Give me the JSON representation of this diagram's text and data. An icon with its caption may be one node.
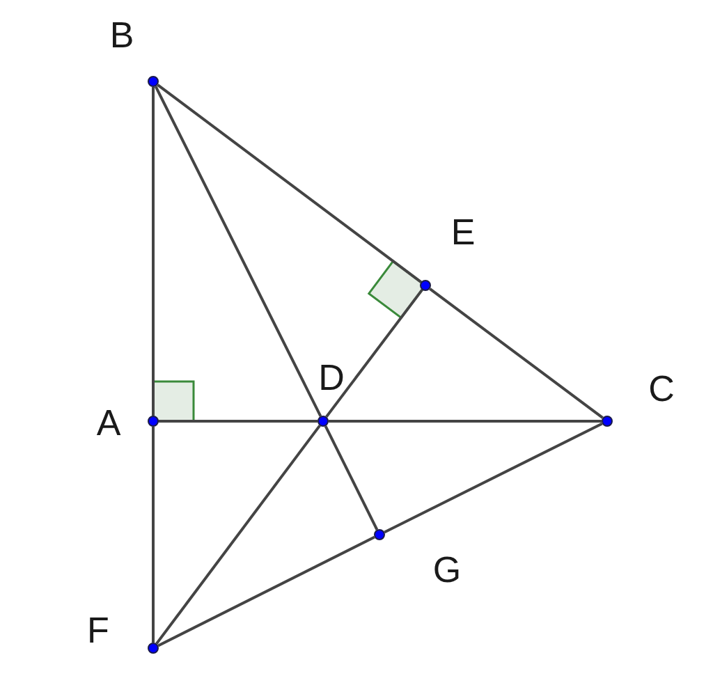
{
  "diagram": {
    "nodes": [
      {
        "text": [],
        "shape": "circle",
        "beside": [
          "B"
        ]
      },
      {
        "text": [],
        "shape": "circle",
        "beside": [
          "E"
        ]
      },
      {
        "text": [],
        "shape": "circle",
        "beside": [
          "C"
        ]
      },
      {
        "text": [],
        "shape": "circle",
        "beside": [
          "D"
        ]
      },
      {
        "text": [],
        "shape": "circle",
        "beside": [
          "A"
        ]
      },
      {
        "text": [],
        "shape": "circle",
        "beside": [
          "G"
        ]
      },
      {
        "text": [],
        "shape": "circle",
        "beside": [
          "F"
        ]
      }
    ],
    "edges": [
      {
        "from": 0,
        "to": 4,
        "arrow": "none"
      },
      {
        "from": 4,
        "to": 6,
        "arrow": "none"
      },
      {
        "from": 0,
        "to": 1,
        "arrow": "none"
      },
      {
        "from": 1,
        "to": 2,
        "arrow": "none"
      },
      {
        "from": 4,
        "to": 3,
        "arrow": "none"
      },
      {
        "from": 3,
        "to": 2,
        "arrow": "none"
      },
      {
        "from": 0,
        "to": 3,
        "arrow": "none"
      },
      {
        "from": 3,
        "to": 5,
        "arrow": "none"
      },
      {
        "from": 6,
        "to": 3,
        "arrow": "none"
      },
      {
        "from": 3,
        "to": 1,
        "arrow": "none"
      },
      {
        "from": 6,
        "to": 5,
        "arrow": "none"
      },
      {
        "from": 5,
        "to": 2,
        "arrow": "none"
      }
    ]
  }
}
